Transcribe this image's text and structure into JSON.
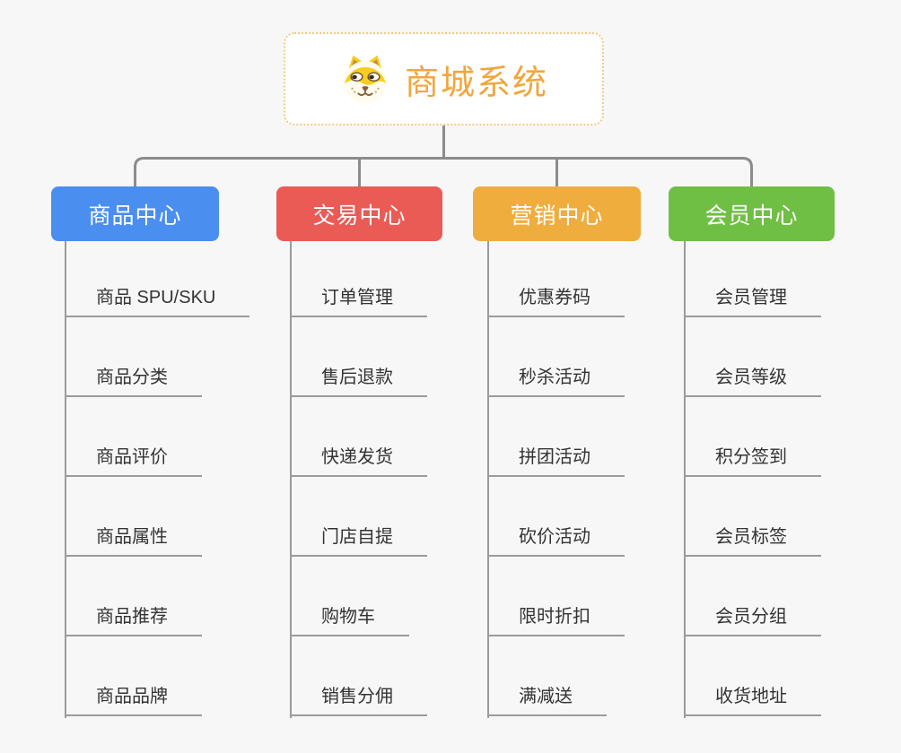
{
  "canvas": {
    "background": "#f7f7f7",
    "connector_color": "#8c8c8c",
    "item_line_color": "#9b9b9b",
    "item_text_color": "#333333"
  },
  "root": {
    "label": "商城系统",
    "icon": "dog-face-icon",
    "text_color": "#f0a73c",
    "border_color": "#f3c87e",
    "background": "#ffffff"
  },
  "branches": [
    {
      "label": "商品中心",
      "color": "#4a8ef0",
      "children": [
        "商品 SPU/SKU",
        "商品分类",
        "商品评价",
        "商品属性",
        "商品推荐",
        "商品品牌"
      ]
    },
    {
      "label": "交易中心",
      "color": "#ea5b55",
      "children": [
        "订单管理",
        "售后退款",
        "快递发货",
        "门店自提",
        "购物车",
        "销售分佣"
      ]
    },
    {
      "label": "营销中心",
      "color": "#efad3e",
      "children": [
        "优惠券码",
        "秒杀活动",
        "拼团活动",
        "砍价活动",
        "限时折扣",
        "满减送"
      ]
    },
    {
      "label": "会员中心",
      "color": "#6fbf44",
      "children": [
        "会员管理",
        "会员等级",
        "积分签到",
        "会员标签",
        "会员分组",
        "收货地址"
      ]
    }
  ]
}
